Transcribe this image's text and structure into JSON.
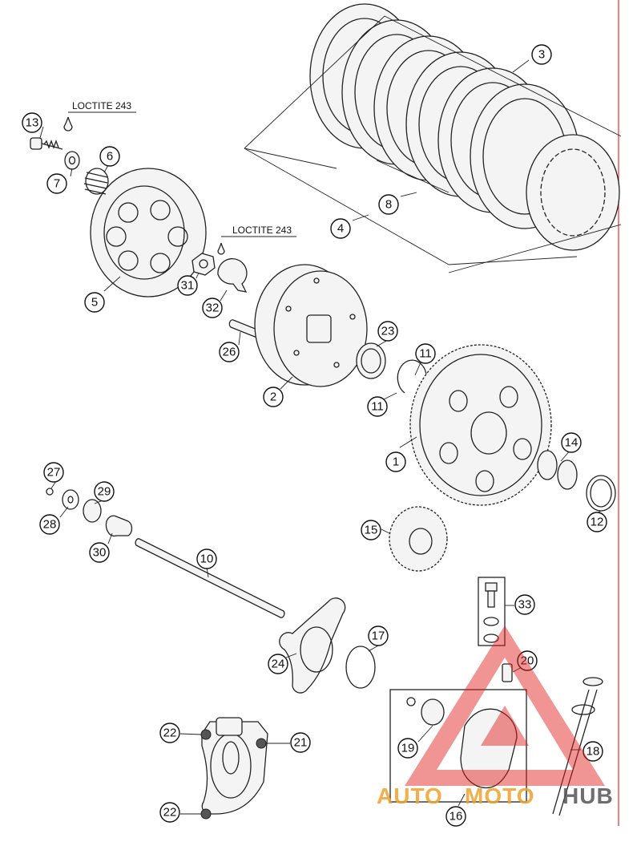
{
  "notes": {
    "loctite_upper": "LOCTITE 243",
    "loctite_lower": "LOCTITE 243"
  },
  "callouts": {
    "p1": "1",
    "p2": "2",
    "p3": "3",
    "p4": "4",
    "p5": "5",
    "p6": "6",
    "p7": "7",
    "p8": "8",
    "p10": "10",
    "p11a": "11",
    "p11b": "11",
    "p12": "12",
    "p13": "13",
    "p14": "14",
    "p15": "15",
    "p16": "16",
    "p17": "17",
    "p18": "18",
    "p19": "19",
    "p20": "20",
    "p21": "21",
    "p22a": "22",
    "p22b": "22",
    "p23": "23",
    "p24": "24",
    "p26": "26",
    "p27": "27",
    "p28": "28",
    "p29": "29",
    "p30": "30",
    "p31": "31",
    "p32": "32",
    "p33": "33"
  },
  "watermark": {
    "part1": "AUTO",
    "part2": "MOTO",
    "part3": "HUB",
    "color_main": "#e01a1a",
    "color_accent": "#f2a12a",
    "color_dark": "#555555"
  },
  "colors": {
    "margin_line": "#e03030",
    "ink": "#222222"
  }
}
